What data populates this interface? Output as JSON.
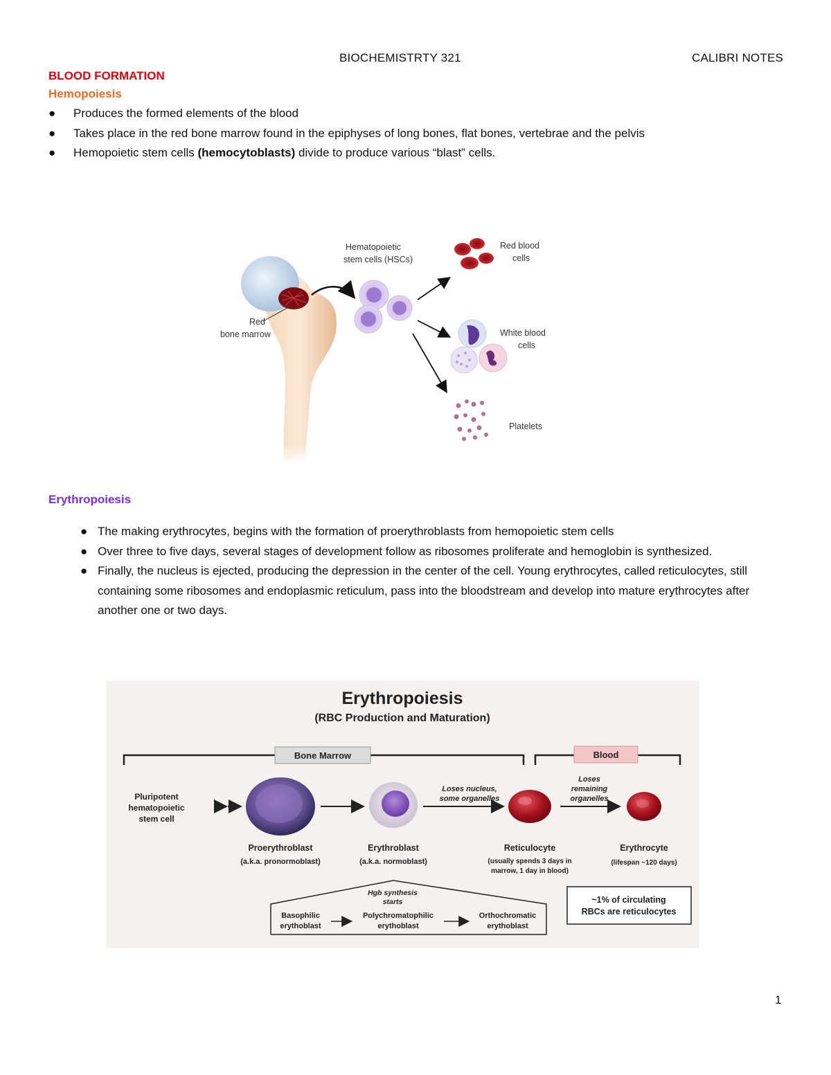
{
  "header": {
    "center": "BIOCHEMISTRTY 321",
    "right": "CALIBRI NOTES"
  },
  "title": "BLOOD FORMATION",
  "section1": {
    "heading": "Hemopoiesis",
    "bullets": [
      {
        "text": "Produces the formed elements of the blood"
      },
      {
        "text": "Takes place in the red bone marrow found in the epiphyses of long bones, flat bones, vertebrae and the pelvis"
      },
      {
        "pre": "Hemopoietic stem cells ",
        "bold": "(hemocytoblasts)",
        "post": " divide to produce various “blast” cells."
      }
    ]
  },
  "figure1": {
    "label_hsc": [
      "Hematopoietic",
      "stem cells (HSCs)"
    ],
    "label_marrow": [
      "Red",
      "bone marrow"
    ],
    "label_rbc": [
      "Red blood",
      "cells"
    ],
    "label_wbc": [
      "White blood",
      "cells"
    ],
    "label_platelets": "Platelets"
  },
  "section2": {
    "heading": "Erythropoiesis",
    "bullets": [
      "The making erythrocytes, begins with the formation of proerythroblasts from hemopoietic stem cells",
      "Over three to five days, several stages of development follow as ribosomes proliferate and hemoglobin is synthesized.",
      "Finally, the nucleus is ejected, producing the depression in the center of the cell. Young erythrocytes, called reticulocytes, still containing some ribosomes and endoplasmic reticulum, pass into the bloodstream and develop into mature erythrocytes after another one or two days."
    ]
  },
  "figure2": {
    "title": "Erythropoiesis",
    "subtitle": "(RBC Production and Maturation)",
    "bone_marrow": "Bone Marrow",
    "blood": "Blood",
    "stem": [
      "Pluripotent",
      "hematopoietic",
      "stem cell"
    ],
    "proerythroblast": "Proerythroblast",
    "proerythroblast_aka": "(a.k.a. pronormoblast)",
    "erythroblast": "Erythroblast",
    "erythroblast_aka": "(a.k.a. normoblast)",
    "reticulocyte": "Reticulocyte",
    "reticulocyte_note": [
      "(usually spends 3 days in",
      "marrow, 1 day in blood)"
    ],
    "erythrocyte": "Erythrocyte",
    "erythrocyte_note": "(lifespan ~120 days)",
    "loses_nucleus": [
      "Loses nucleus,",
      "some organelles"
    ],
    "loses_remaining": [
      "Loses",
      "remaining",
      "organelles"
    ],
    "hgb": [
      "Hgb synthesis",
      "starts"
    ],
    "basophilic": [
      "Basophilic",
      "erythoblast"
    ],
    "polychromatophilic": [
      "Polychromatophilic",
      "erythoblast"
    ],
    "orthochromatic": [
      "Orthochromatic",
      "erythoblast"
    ],
    "circulating": [
      "~1% of circulating",
      "RBCs are reticulocytes"
    ]
  },
  "page_number": "1"
}
